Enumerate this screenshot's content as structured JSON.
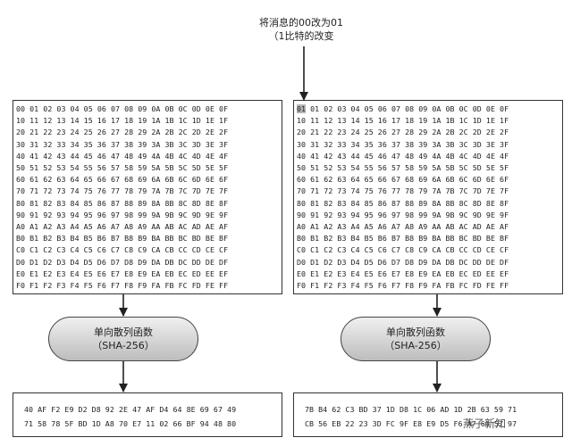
{
  "annotation": {
    "line1": "将消息的00改为01",
    "line2": "（1比特的改变"
  },
  "left_message": {
    "first_byte": "00",
    "first_row_rest": " 01 02 03 04 05 06 07 08 09 0A 0B 0C 0D 0E 0F",
    "rows": [
      "10 11 12 13 14 15 16 17 18 19 1A 1B 1C 1D 1E 1F",
      "20 21 22 23 24 25 26 27 28 29 2A 2B 2C 2D 2E 2F",
      "30 31 32 33 34 35 36 37 38 39 3A 3B 3C 3D 3E 3F",
      "40 41 42 43 44 45 46 47 48 49 4A 4B 4C 4D 4E 4F",
      "50 51 52 53 54 55 56 57 58 59 5A 5B 5C 5D 5E 5F",
      "60 61 62 63 64 65 66 67 68 69 6A 6B 6C 6D 6E 6F",
      "70 71 72 73 74 75 76 77 78 79 7A 7B 7C 7D 7E 7F",
      "80 81 82 83 84 85 86 87 88 89 8A 8B 8C 8D 8E 8F",
      "90 91 92 93 94 95 96 97 98 99 9A 9B 9C 9D 9E 9F",
      "A0 A1 A2 A3 A4 A5 A6 A7 A8 A9 AA AB AC AD AE AF",
      "B0 B1 B2 B3 B4 B5 B6 B7 B8 B9 BA BB BC BD BE BF",
      "C0 C1 C2 C3 C4 C5 C6 C7 C8 C9 CA CB CC CD CE CF",
      "D0 D1 D2 D3 D4 D5 D6 D7 D8 D9 DA DB DC DD DE DF",
      "E0 E1 E2 E3 E4 E5 E6 E7 E8 E9 EA EB EC ED EE EF",
      "F0 F1 F2 F3 F4 F5 F6 F7 F8 F9 FA FB FC FD FE FF"
    ]
  },
  "right_message": {
    "first_byte": "01",
    "first_row_rest": " 01 02 03 04 05 06 07 08 09 0A 0B 0C 0D 0E 0F",
    "rows": [
      "10 11 12 13 14 15 16 17 18 19 1A 1B 1C 1D 1E 1F",
      "20 21 22 23 24 25 26 27 28 29 2A 2B 2C 2D 2E 2F",
      "30 31 32 33 34 35 36 37 38 39 3A 3B 3C 3D 3E 3F",
      "40 41 42 43 44 45 46 47 48 49 4A 4B 4C 4D 4E 4F",
      "50 51 52 53 54 55 56 57 58 59 5A 5B 5C 5D 5E 5F",
      "60 61 62 63 64 65 66 67 68 69 6A 6B 6C 6D 6E 6F",
      "70 71 72 73 74 75 76 77 78 79 7A 7B 7C 7D 7E 7F",
      "80 81 82 83 84 85 86 87 88 89 8A 8B 8C 8D 8E 8F",
      "90 91 92 93 94 95 96 97 98 99 9A 9B 9C 9D 9E 9F",
      "A0 A1 A2 A3 A4 A5 A6 A7 A8 A9 AA AB AC AD AE AF",
      "B0 B1 B2 B3 B4 B5 B6 B7 B8 B9 BA BB BC BD BE BF",
      "C0 C1 C2 C3 C4 C5 C6 C7 C8 C9 CA CB CC CD CE CF",
      "D0 D1 D2 D3 D4 D5 D6 D7 D8 D9 DA DB DC DD DE DF",
      "E0 E1 E2 E3 E4 E5 E6 E7 E8 E9 EA EB EC ED EE EF",
      "F0 F1 F2 F3 F4 F5 F6 F7 F8 F9 FA FB FC FD FE FF"
    ]
  },
  "hash_function": {
    "line1": "单向散列函数",
    "line2": "（SHA-256）"
  },
  "left_digest": {
    "rows": [
      "40 AF F2 E9 D2 D8 92 2E 47 AF D4 64 8E 69 67 49",
      "71 58 78 5F BD 1D A8 70 E7 11 02 66 BF 94 48 80"
    ]
  },
  "right_digest": {
    "rows": [
      "7B B4 62 C3 BD 37 1D D8 1C 06 AD 1D 2B 63 59 71",
      "CB 56 EB 22 23 3D FC 9F E8 E9 D5 F6 A7 60 57 97"
    ]
  },
  "watermark": "燕子新知",
  "colors": {
    "highlight": "#b5b5b5",
    "ellipse_top": "#f0f0f0",
    "ellipse_bottom": "#bdbdbd"
  }
}
